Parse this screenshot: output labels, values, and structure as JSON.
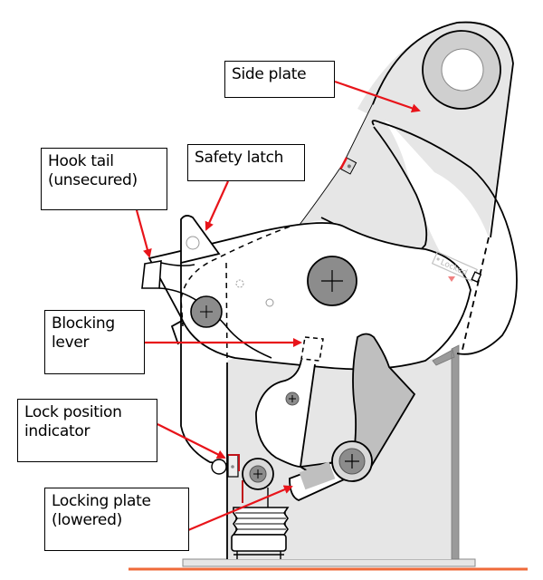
{
  "title": "Hook mechanism – unsecured tail, locking plate lowered",
  "colors": {
    "plate_fill": "#e6e6e6",
    "pin_fill": "#8c8c8c",
    "dark_part": "#bfbfbf",
    "arrow": "#e8141a",
    "base_line": "#ef6a3a",
    "outline": "#000000"
  },
  "callouts": [
    {
      "id": "side-plate",
      "text": "Side plate"
    },
    {
      "id": "safety-latch",
      "text": "Safety latch"
    },
    {
      "id": "hook-tail",
      "text": "Hook tail\n(unsecured)"
    },
    {
      "id": "blocking-lever",
      "text": "Blocking\nlever"
    },
    {
      "id": "lock-position-indicator",
      "text": "Lock position\nindicator"
    },
    {
      "id": "locking-plate",
      "text": "Locking plate\n(lowered)"
    }
  ],
  "indicator_label": "Locked"
}
